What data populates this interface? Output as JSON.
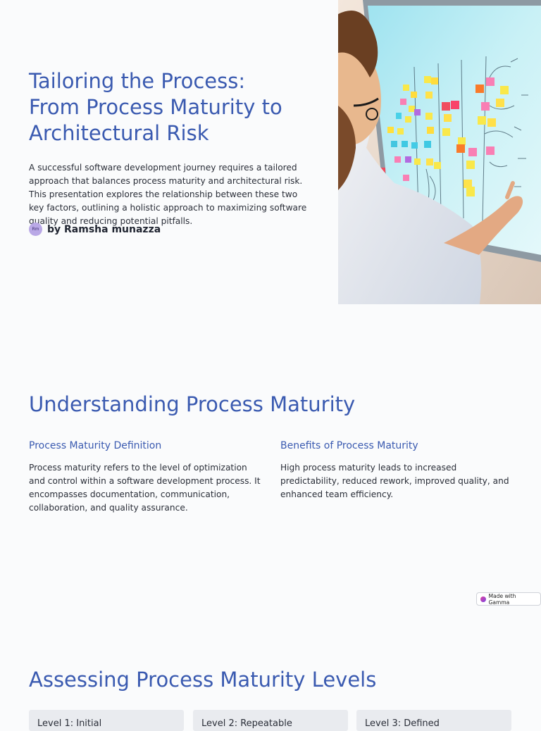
{
  "hero": {
    "title_lines": [
      "Tailoring the Process:",
      "From Process Maturity to",
      "Architectural Risk"
    ],
    "intro": "A successful software development journey requires a tailored approach that balances process maturity and architectural risk. This presentation explores the relationship between these two key factors, outlining a holistic approach to maximizing software quality and reducing potential pitfalls.",
    "author": {
      "avatar_initials": "Rm",
      "name": "by Ramsha munazza"
    },
    "photo_icon": "whiteboard-photo"
  },
  "understanding": {
    "heading": "Understanding Process Maturity",
    "columns": [
      {
        "title": "Process Maturity Definition",
        "text": "Process maturity refers to the level of optimization and control within a software development process. It encompasses documentation, communication, collaboration, and quality assurance."
      },
      {
        "title": "Benefits of Process Maturity",
        "text": "High process maturity leads to increased predictability, reduced rework, improved quality, and enhanced team efficiency."
      }
    ]
  },
  "badge": {
    "label": "Made with Gamma",
    "icon": "gamma-logo-icon"
  },
  "assessing": {
    "heading": "Assessing Process Maturity Levels",
    "cards": [
      {
        "label": "Level 1: Initial"
      },
      {
        "label": "Level 2: Repeatable"
      },
      {
        "label": "Level 3: Defined"
      }
    ]
  },
  "colors": {
    "heading": "#3a5ab0",
    "background": "#fafbfc",
    "card": "#e9ebef"
  }
}
